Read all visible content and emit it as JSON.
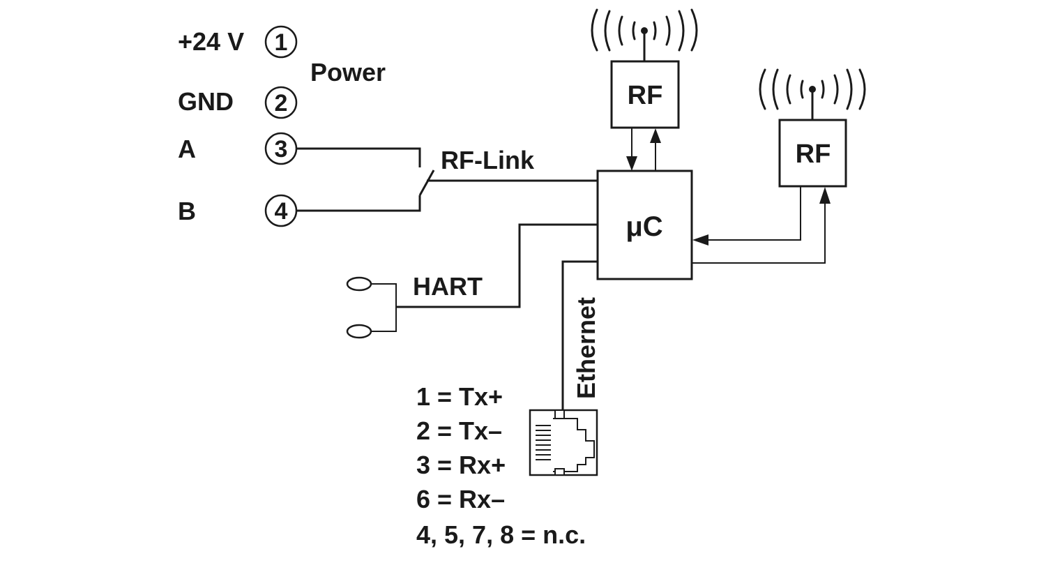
{
  "power": {
    "label": "Power",
    "terminals": [
      {
        "signal": "+24 V",
        "number": "1"
      },
      {
        "signal": "GND",
        "number": "2"
      }
    ]
  },
  "bus": {
    "terminals": [
      {
        "signal": "A",
        "number": "3"
      },
      {
        "signal": "B",
        "number": "4"
      }
    ],
    "switch_label": "RF-Link"
  },
  "controller": {
    "label": "μC"
  },
  "rf_modules": [
    {
      "label": "RF"
    },
    {
      "label": "RF"
    }
  ],
  "hart": {
    "label": "HART"
  },
  "ethernet": {
    "label": "Ethernet",
    "pinout": [
      "1 = Tx+",
      "2 = Tx–",
      "3 = Rx+",
      "6 = Rx–",
      "4, 5, 7, 8 = n.c."
    ]
  }
}
